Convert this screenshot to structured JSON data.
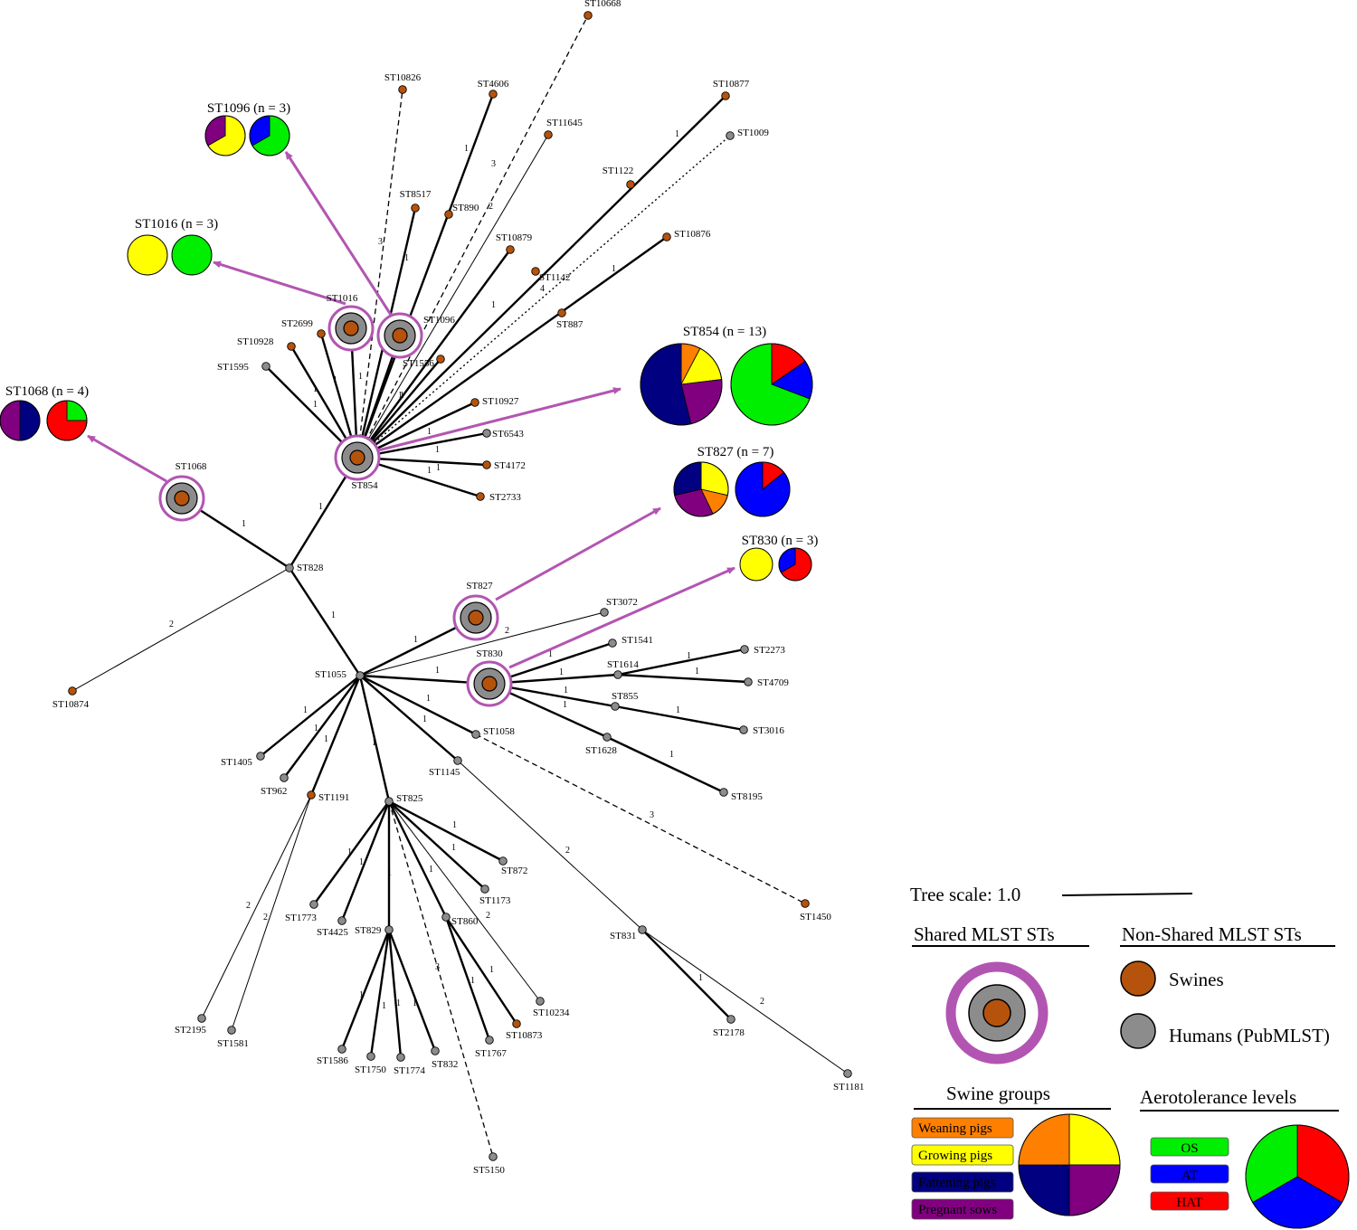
{
  "colors": {
    "swine": "#b5530c",
    "human": "#8c8c8c",
    "shared_ring": "#b255b2",
    "weaning": "#ff8000",
    "growing": "#ffff00",
    "fattening": "#000080",
    "pregnant": "#800080",
    "os": "#00ee00",
    "at": "#0000ff",
    "hat": "#ff0000"
  },
  "nodes": [
    {
      "id": "ST10668",
      "label": "ST10668",
      "type": "swine"
    },
    {
      "id": "ST10826",
      "label": "ST10826",
      "type": "swine"
    },
    {
      "id": "ST4606",
      "label": "ST4606",
      "type": "swine"
    },
    {
      "id": "ST10877",
      "label": "ST10877",
      "type": "swine"
    },
    {
      "id": "ST11645",
      "label": "ST11645",
      "type": "swine"
    },
    {
      "id": "ST1009",
      "label": "ST1009",
      "type": "human"
    },
    {
      "id": "ST1122",
      "label": "ST1122",
      "type": "swine"
    },
    {
      "id": "ST8517",
      "label": "ST8517",
      "type": "swine"
    },
    {
      "id": "ST890",
      "label": "ST890",
      "type": "swine"
    },
    {
      "id": "ST10879",
      "label": "ST10879",
      "type": "swine"
    },
    {
      "id": "ST10876",
      "label": "ST10876",
      "type": "swine"
    },
    {
      "id": "ST1142",
      "label": "ST1142",
      "type": "swine"
    },
    {
      "id": "ST887",
      "label": "ST887",
      "type": "swine"
    },
    {
      "id": "ST1016",
      "label": "ST1016",
      "type": "shared"
    },
    {
      "id": "ST1096",
      "label": "ST1096",
      "type": "shared"
    },
    {
      "id": "ST2699",
      "label": "ST2699",
      "type": "swine"
    },
    {
      "id": "ST10928",
      "label": "ST10928",
      "type": "swine"
    },
    {
      "id": "ST1595",
      "label": "ST1595",
      "type": "human"
    },
    {
      "id": "ST1556",
      "label": "ST1556",
      "type": "swine"
    },
    {
      "id": "ST10927",
      "label": "ST10927",
      "type": "swine"
    },
    {
      "id": "ST6543",
      "label": "ST6543",
      "type": "human"
    },
    {
      "id": "ST4172",
      "label": "ST4172",
      "type": "swine"
    },
    {
      "id": "ST2733",
      "label": "ST2733",
      "type": "swine"
    },
    {
      "id": "ST854",
      "label": "ST854",
      "type": "shared"
    },
    {
      "id": "ST1068",
      "label": "ST1068",
      "type": "shared"
    },
    {
      "id": "ST828",
      "label": "ST828",
      "type": "human"
    },
    {
      "id": "ST10874",
      "label": "ST10874",
      "type": "swine"
    },
    {
      "id": "ST827",
      "label": "ST827",
      "type": "shared"
    },
    {
      "id": "ST3072",
      "label": "ST3072",
      "type": "human"
    },
    {
      "id": "ST830",
      "label": "ST830",
      "type": "shared"
    },
    {
      "id": "ST1541",
      "label": "ST1541",
      "type": "human"
    },
    {
      "id": "ST1614",
      "label": "ST1614",
      "type": "human"
    },
    {
      "id": "ST2273",
      "label": "ST2273",
      "type": "human"
    },
    {
      "id": "ST4709",
      "label": "ST4709",
      "type": "human"
    },
    {
      "id": "ST855",
      "label": "ST855",
      "type": "human"
    },
    {
      "id": "ST3016",
      "label": "ST3016",
      "type": "human"
    },
    {
      "id": "ST1628",
      "label": "ST1628",
      "type": "human"
    },
    {
      "id": "ST8195",
      "label": "ST8195",
      "type": "human"
    },
    {
      "id": "ST1055",
      "label": "ST1055",
      "type": "human"
    },
    {
      "id": "ST1058",
      "label": "ST1058",
      "type": "human"
    },
    {
      "id": "ST1145",
      "label": "ST1145",
      "type": "human"
    },
    {
      "id": "ST1405",
      "label": "ST1405",
      "type": "human"
    },
    {
      "id": "ST962",
      "label": "ST962",
      "type": "human"
    },
    {
      "id": "ST1191",
      "label": "ST1191",
      "type": "swine"
    },
    {
      "id": "ST825",
      "label": "ST825",
      "type": "human"
    },
    {
      "id": "ST872",
      "label": "ST872",
      "type": "human"
    },
    {
      "id": "ST1173",
      "label": "ST1173",
      "type": "human"
    },
    {
      "id": "ST1773",
      "label": "ST1773",
      "type": "human"
    },
    {
      "id": "ST4425",
      "label": "ST4425",
      "type": "human"
    },
    {
      "id": "ST829",
      "label": "ST829",
      "type": "human"
    },
    {
      "id": "ST860",
      "label": "ST860",
      "type": "human"
    },
    {
      "id": "ST1450",
      "label": "ST1450",
      "type": "swine"
    },
    {
      "id": "ST831",
      "label": "ST831",
      "type": "human"
    },
    {
      "id": "ST2195",
      "label": "ST2195",
      "type": "human"
    },
    {
      "id": "ST1581",
      "label": "ST1581",
      "type": "human"
    },
    {
      "id": "ST10234",
      "label": "ST10234",
      "type": "human"
    },
    {
      "id": "ST10873",
      "label": "ST10873",
      "type": "swine"
    },
    {
      "id": "ST1767",
      "label": "ST1767",
      "type": "human"
    },
    {
      "id": "ST2178",
      "label": "ST2178",
      "type": "human"
    },
    {
      "id": "ST1586",
      "label": "ST1586",
      "type": "human"
    },
    {
      "id": "ST1750",
      "label": "ST1750",
      "type": "human"
    },
    {
      "id": "ST1774",
      "label": "ST1774",
      "type": "human"
    },
    {
      "id": "ST832",
      "label": "ST832",
      "type": "human"
    },
    {
      "id": "ST1181",
      "label": "ST1181",
      "type": "human"
    },
    {
      "id": "ST5150",
      "label": "ST5150",
      "type": "human"
    }
  ],
  "edges": [
    {
      "from": "ST854",
      "to": "ST10668",
      "weight": "",
      "style": "dashed"
    },
    {
      "from": "ST854",
      "to": "ST10826",
      "weight": "3",
      "style": "dashed"
    },
    {
      "from": "ST854",
      "to": "ST4606",
      "weight": "1",
      "style": "bold"
    },
    {
      "from": "ST854",
      "to": "ST11645",
      "weight": "3",
      "style": "thin"
    },
    {
      "from": "ST854",
      "to": "ST10877",
      "weight": "1",
      "style": "bold"
    },
    {
      "from": "ST854",
      "to": "ST1009",
      "weight": "4",
      "style": "dotted"
    },
    {
      "from": "ST854",
      "to": "ST890",
      "weight": "2",
      "style": "thin"
    },
    {
      "from": "ST854",
      "to": "ST8517",
      "weight": "1",
      "style": "bold"
    },
    {
      "from": "ST854",
      "to": "ST10879",
      "weight": "1",
      "style": "bold"
    },
    {
      "from": "ST854",
      "to": "ST10876",
      "weight": "1",
      "style": "bold"
    },
    {
      "from": "ST854",
      "to": "ST1016",
      "weight": "1",
      "style": "bold"
    },
    {
      "from": "ST854",
      "to": "ST1096",
      "weight": "1",
      "style": "bold"
    },
    {
      "from": "ST854",
      "to": "ST2699",
      "weight": "1",
      "style": "bold"
    },
    {
      "from": "ST854",
      "to": "ST10928",
      "weight": "1",
      "style": "bold"
    },
    {
      "from": "ST854",
      "to": "ST1595",
      "weight": "1",
      "style": "bold"
    },
    {
      "from": "ST854",
      "to": "ST1556",
      "weight": "1",
      "style": "bold"
    },
    {
      "from": "ST854",
      "to": "ST10927",
      "weight": "1",
      "style": "bold"
    },
    {
      "from": "ST854",
      "to": "ST6543",
      "weight": "1",
      "style": "bold"
    },
    {
      "from": "ST854",
      "to": "ST4172",
      "weight": "1",
      "style": "bold"
    },
    {
      "from": "ST854",
      "to": "ST2733",
      "weight": "1",
      "style": "bold"
    },
    {
      "from": "ST854",
      "to": "ST828",
      "weight": "1",
      "style": "bold"
    },
    {
      "from": "ST828",
      "to": "ST1068",
      "weight": "1",
      "style": "bold"
    },
    {
      "from": "ST828",
      "to": "ST10874",
      "weight": "2",
      "style": "thin"
    },
    {
      "from": "ST828",
      "to": "ST1055",
      "weight": "1",
      "style": "bold"
    },
    {
      "from": "ST1055",
      "to": "ST827",
      "weight": "1",
      "style": "bold"
    },
    {
      "from": "ST1055",
      "to": "ST3072",
      "weight": "2",
      "style": "thin"
    },
    {
      "from": "ST1055",
      "to": "ST830",
      "weight": "1",
      "style": "bold"
    },
    {
      "from": "ST1055",
      "to": "ST1058",
      "weight": "1",
      "style": "bold"
    },
    {
      "from": "ST1055",
      "to": "ST1145",
      "weight": "1",
      "style": "bold"
    },
    {
      "from": "ST1055",
      "to": "ST1405",
      "weight": "1",
      "style": "bold"
    },
    {
      "from": "ST1055",
      "to": "ST962",
      "weight": "1",
      "style": "bold"
    },
    {
      "from": "ST1055",
      "to": "ST1191",
      "weight": "1",
      "style": "bold"
    },
    {
      "from": "ST1055",
      "to": "ST825",
      "weight": "1",
      "style": "bold"
    },
    {
      "from": "ST830",
      "to": "ST1541",
      "weight": "1",
      "style": "bold"
    },
    {
      "from": "ST830",
      "to": "ST1614",
      "weight": "1",
      "style": "bold"
    },
    {
      "from": "ST1614",
      "to": "ST2273",
      "weight": "1",
      "style": "bold"
    },
    {
      "from": "ST1614",
      "to": "ST4709",
      "weight": "1",
      "style": "bold"
    },
    {
      "from": "ST830",
      "to": "ST855",
      "weight": "1",
      "style": "bold"
    },
    {
      "from": "ST855",
      "to": "ST3016",
      "weight": "1",
      "style": "bold"
    },
    {
      "from": "ST830",
      "to": "ST1628",
      "weight": "1",
      "style": "bold"
    },
    {
      "from": "ST1628",
      "to": "ST8195",
      "weight": "1",
      "style": "bold"
    },
    {
      "from": "ST1058",
      "to": "ST1450",
      "weight": "3",
      "style": "dashed"
    },
    {
      "from": "ST1145",
      "to": "ST831",
      "weight": "2",
      "style": "thin"
    },
    {
      "from": "ST831",
      "to": "ST2178",
      "weight": "1",
      "style": "bold"
    },
    {
      "from": "ST831",
      "to": "ST1181",
      "weight": "2",
      "style": "thin"
    },
    {
      "from": "ST1191",
      "to": "ST2195",
      "weight": "2",
      "style": "thin"
    },
    {
      "from": "ST1191",
      "to": "ST1581",
      "weight": "2",
      "style": "thin"
    },
    {
      "from": "ST825",
      "to": "ST872",
      "weight": "1",
      "style": "bold"
    },
    {
      "from": "ST825",
      "to": "ST1173",
      "weight": "1",
      "style": "bold"
    },
    {
      "from": "ST825",
      "to": "ST1773",
      "weight": "1",
      "style": "bold"
    },
    {
      "from": "ST825",
      "to": "ST4425",
      "weight": "1",
      "style": "bold"
    },
    {
      "from": "ST825",
      "to": "ST829",
      "weight": "1",
      "style": "bold"
    },
    {
      "from": "ST825",
      "to": "ST860",
      "weight": "1",
      "style": "bold"
    },
    {
      "from": "ST825",
      "to": "ST10234",
      "weight": "2",
      "style": "thin"
    },
    {
      "from": "ST825",
      "to": "ST5150",
      "weight": "3",
      "style": "dashed"
    },
    {
      "from": "ST860",
      "to": "ST10873",
      "weight": "1",
      "style": "bold"
    },
    {
      "from": "ST860",
      "to": "ST1767",
      "weight": "1",
      "style": "bold"
    },
    {
      "from": "ST829",
      "to": "ST1586",
      "weight": "1",
      "style": "bold"
    },
    {
      "from": "ST829",
      "to": "ST1750",
      "weight": "1",
      "style": "bold"
    },
    {
      "from": "ST829",
      "to": "ST1774",
      "weight": "1",
      "style": "bold"
    },
    {
      "from": "ST829",
      "to": "ST832",
      "weight": "1",
      "style": "bold"
    }
  ],
  "groups": [
    {
      "id": "g1096",
      "node": "ST1096",
      "title": "ST1096 (n = 3)",
      "swine": [
        {
          "k": "growing",
          "v": 2
        },
        {
          "k": "pregnant",
          "v": 1
        }
      ],
      "aero": [
        {
          "k": "os",
          "v": 2
        },
        {
          "k": "at",
          "v": 1
        }
      ]
    },
    {
      "id": "g1016",
      "node": "ST1016",
      "title": "ST1016 (n = 3)",
      "swine": [
        {
          "k": "growing",
          "v": 3
        }
      ],
      "aero": [
        {
          "k": "os",
          "v": 3
        }
      ]
    },
    {
      "id": "g1068",
      "node": "ST1068",
      "title": "ST1068 (n = 4)",
      "swine": [
        {
          "k": "fattening",
          "v": 2
        },
        {
          "k": "pregnant",
          "v": 2
        }
      ],
      "aero": [
        {
          "k": "os",
          "v": 1
        },
        {
          "k": "hat",
          "v": 3
        }
      ]
    },
    {
      "id": "g854",
      "node": "ST854",
      "title": "ST854 (n = 13)",
      "swine": [
        {
          "k": "weaning",
          "v": 1
        },
        {
          "k": "growing",
          "v": 2
        },
        {
          "k": "pregnant",
          "v": 3
        },
        {
          "k": "fattening",
          "v": 7
        }
      ],
      "aero": [
        {
          "k": "hat",
          "v": 2
        },
        {
          "k": "at",
          "v": 2
        },
        {
          "k": "os",
          "v": 9
        }
      ]
    },
    {
      "id": "g827",
      "node": "ST827",
      "title": "ST827 (n = 7)",
      "swine": [
        {
          "k": "growing",
          "v": 2
        },
        {
          "k": "weaning",
          "v": 1
        },
        {
          "k": "pregnant",
          "v": 2
        },
        {
          "k": "fattening",
          "v": 2
        }
      ],
      "aero": [
        {
          "k": "hat",
          "v": 1
        },
        {
          "k": "at",
          "v": 6
        }
      ]
    },
    {
      "id": "g830",
      "node": "ST830",
      "title": "ST830 (n = 3)",
      "swine": [
        {
          "k": "growing",
          "v": 3
        }
      ],
      "aero": [
        {
          "k": "hat",
          "v": 2
        },
        {
          "k": "at",
          "v": 1
        }
      ]
    }
  ],
  "legend": {
    "tree_scale": "Tree scale: 1.0",
    "shared_title": "Shared MLST STs",
    "nonshared_title": "Non-Shared MLST STs",
    "swines": "Swines",
    "humans": "Humans (PubMLST)",
    "swine_groups_title": "Swine groups",
    "aero_title": "Aerotolerance levels",
    "swine_items": [
      {
        "k": "weaning",
        "label": "Weaning pigs"
      },
      {
        "k": "growing",
        "label": "Growing pigs"
      },
      {
        "k": "fattening",
        "label": "Fattening pigs"
      },
      {
        "k": "pregnant",
        "label": "Pregnant sows"
      }
    ],
    "aero_items": [
      {
        "k": "os",
        "label": "OS"
      },
      {
        "k": "at",
        "label": "AT"
      },
      {
        "k": "hat",
        "label": "HAT"
      }
    ]
  }
}
